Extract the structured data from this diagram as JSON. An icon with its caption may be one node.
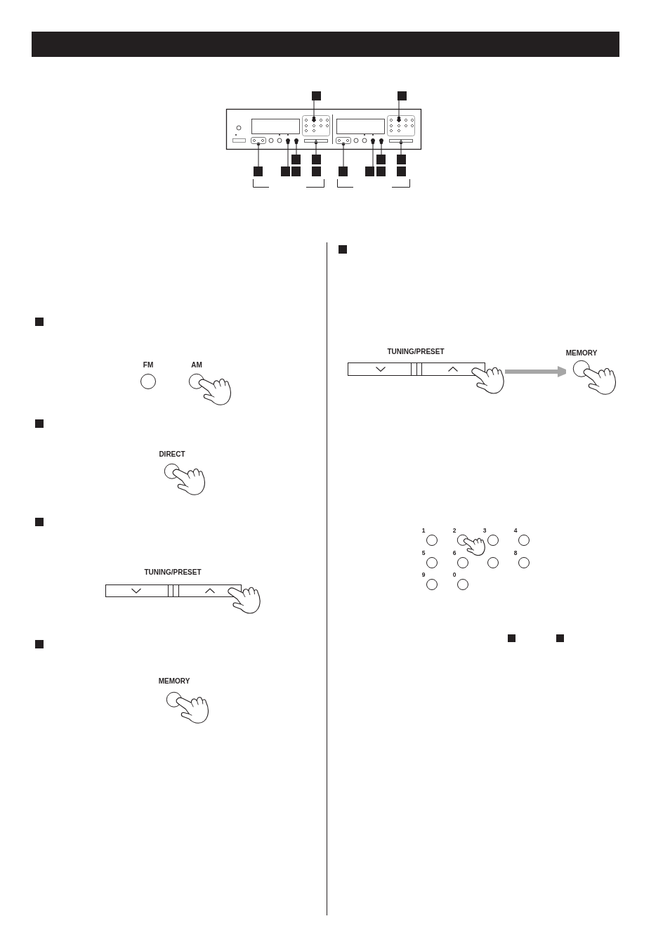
{
  "diagram": {
    "nodes": [
      {
        "text": [],
        "shape": "box"
      },
      {
        "text": [],
        "shape": "box"
      },
      {
        "text": [],
        "shape": "diamond"
      },
      {
        "text": [],
        "shape": "diamond"
      },
      {
        "text": [],
        "shape": "box"
      },
      {
        "text": [],
        "shape": "circle"
      },
      {
        "text": [],
        "shape": "circle"
      },
      {
        "text": [],
        "shape": "bar"
      },
      {
        "text": [],
        "shape": "box"
      },
      {
        "text": [],
        "shape": "circle"
      },
      {
        "text": [],
        "shape": "circle"
      },
      {
        "text": [],
        "shape": "bar"
      },
      {
        "text": [],
        "shape": "box"
      },
      {
        "text": [],
        "shape": "box"
      },
      {
        "text": [],
        "shape": "box"
      },
      {
        "text": [],
        "shape": "box"
      },
      {
        "text": [],
        "shape": "box"
      },
      {
        "text": [],
        "shape": "box"
      },
      {
        "text": [],
        "shape": "box"
      },
      {
        "text": [],
        "shape": "box"
      },
      {
        "text": [],
        "shape": "box"
      },
      {
        "text": [],
        "shape": "box"
      },
      {
        "text": [],
        "shape": "box"
      },
      {
        "text": [],
        "shape": "box"
      },
      {
        "text": [
          "FM"
        ]
      },
      {
        "text": [
          "AM"
        ]
      },
      {
        "text": [
          "DIRECT"
        ]
      },
      {
        "text": [
          "TUNING/PRESET"
        ]
      },
      {
        "text": [
          "MEMORY"
        ]
      },
      {
        "text": [
          "TUNING/PRESET"
        ]
      },
      {
        "text": [
          "MEMORY"
        ]
      },
      {
        "text": [
          "1"
        ]
      },
      {
        "text": [
          "2"
        ]
      },
      {
        "text": [
          "3"
        ]
      },
      {
        "text": [
          "4"
        ]
      },
      {
        "text": [
          "5"
        ]
      },
      {
        "text": [
          "6"
        ]
      },
      {
        "text": [],
        "shape": "circle"
      },
      {
        "text": [
          "8"
        ]
      },
      {
        "text": [
          "9"
        ]
      },
      {
        "text": [
          "0"
        ]
      }
    ],
    "edges": [
      {
        "from": 0,
        "to": 2,
        "arrow": "other"
      },
      {
        "from": 1,
        "to": 3,
        "arrow": "other"
      },
      {
        "from": 16,
        "to": 4,
        "arrow": "other"
      },
      {
        "from": 17,
        "to": 5,
        "arrow": "other"
      },
      {
        "from": 12,
        "to": 6,
        "arrow": "other"
      },
      {
        "from": 13,
        "to": 7,
        "arrow": "other"
      },
      {
        "from": 20,
        "to": 8,
        "arrow": "other"
      },
      {
        "from": 21,
        "to": 9,
        "arrow": "other"
      },
      {
        "from": 14,
        "to": 10,
        "arrow": "other"
      },
      {
        "from": 15,
        "to": 11,
        "arrow": "other"
      },
      {
        "from": 29,
        "to": 30,
        "arrow": "to",
        "style": "thick",
        "color": "#a6a6a6"
      }
    ]
  }
}
